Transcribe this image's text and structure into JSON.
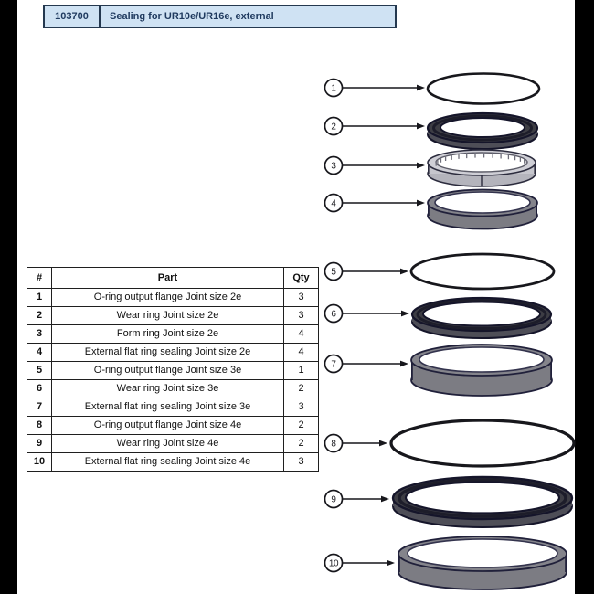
{
  "doc_header": {
    "part_number": "103700",
    "title": "Sealing for UR10e/UR16e, external"
  },
  "parts_table": {
    "columns": [
      "#",
      "Part",
      "Qty"
    ],
    "rows": [
      {
        "num": "1",
        "part": "O-ring output flange Joint size 2e",
        "qty": "3"
      },
      {
        "num": "2",
        "part": "Wear ring Joint size 2e",
        "qty": "3"
      },
      {
        "num": "3",
        "part": "Form ring Joint size 2e",
        "qty": "4"
      },
      {
        "num": "4",
        "part": "External flat ring sealing Joint size 2e",
        "qty": "4"
      },
      {
        "num": "5",
        "part": "O-ring output flange Joint size 3e",
        "qty": "1"
      },
      {
        "num": "6",
        "part": "Wear ring Joint size 3e",
        "qty": "2"
      },
      {
        "num": "7",
        "part": "External flat ring sealing Joint size 3e",
        "qty": "3"
      },
      {
        "num": "8",
        "part": "O-ring output flange Joint size 4e",
        "qty": "2"
      },
      {
        "num": "9",
        "part": "Wear ring Joint size 4e",
        "qty": "2"
      },
      {
        "num": "10",
        "part": "External flat ring sealing Joint size 4e",
        "qty": "3"
      }
    ]
  },
  "diagram": {
    "callouts": [
      {
        "label": "1"
      },
      {
        "label": "2"
      },
      {
        "label": "3"
      },
      {
        "label": "4"
      },
      {
        "label": "5"
      },
      {
        "label": "6"
      },
      {
        "label": "7"
      },
      {
        "label": "8"
      },
      {
        "label": "9"
      },
      {
        "label": "10"
      }
    ]
  },
  "colors": {
    "page_background": "#ffffff",
    "side_bands": "#000000",
    "header_fill": "#cfe2f3",
    "header_border": "#24384f",
    "header_text": "#1f3a5f",
    "table_border": "#1f1f1f",
    "table_text": "#111111",
    "oring_stroke": "#17171c",
    "wear_ring_fill": "#3d3d44",
    "form_ring_fill": "#cfcfd6",
    "flat_ring_fill": "#84848b"
  }
}
